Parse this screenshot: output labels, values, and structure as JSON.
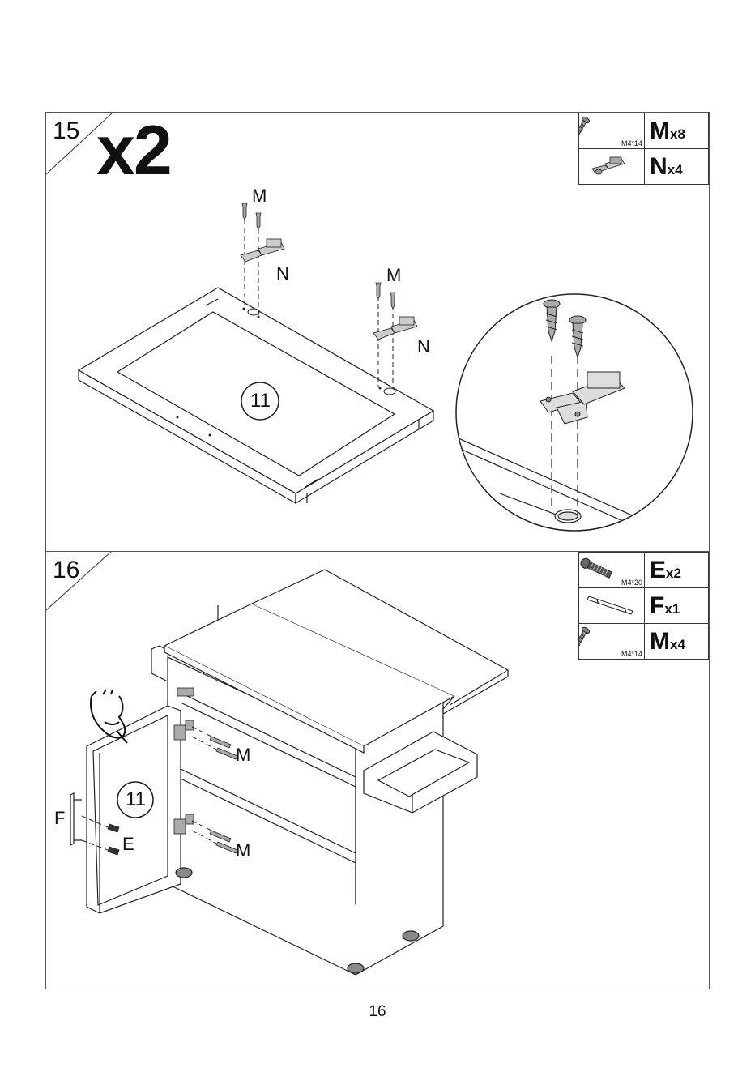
{
  "steps": [
    {
      "number": "15",
      "multiplier": "x2",
      "parts": [
        {
          "icon": "wood-screw-icon",
          "size": "M4*14",
          "letter": "M",
          "qty": "x8"
        },
        {
          "icon": "hinge-icon",
          "size": "",
          "letter": "N",
          "qty": "x4"
        }
      ],
      "callouts": {
        "screw": "M",
        "hinge": "N",
        "screw2": "M",
        "hinge2": "N",
        "part": "11"
      }
    },
    {
      "number": "16",
      "parts": [
        {
          "icon": "machine-bolt-icon",
          "size": "M4*20",
          "letter": "E",
          "qty": "x2"
        },
        {
          "icon": "bar-handle-icon",
          "size": "",
          "letter": "F",
          "qty": "x1"
        },
        {
          "icon": "wood-screw-icon",
          "size": "M4*14",
          "letter": "M",
          "qty": "x4"
        }
      ],
      "callouts": {
        "handle": "F",
        "bolt": "E",
        "screw": "M",
        "screw2": "M",
        "part": "11"
      }
    }
  ],
  "page_number": "16"
}
